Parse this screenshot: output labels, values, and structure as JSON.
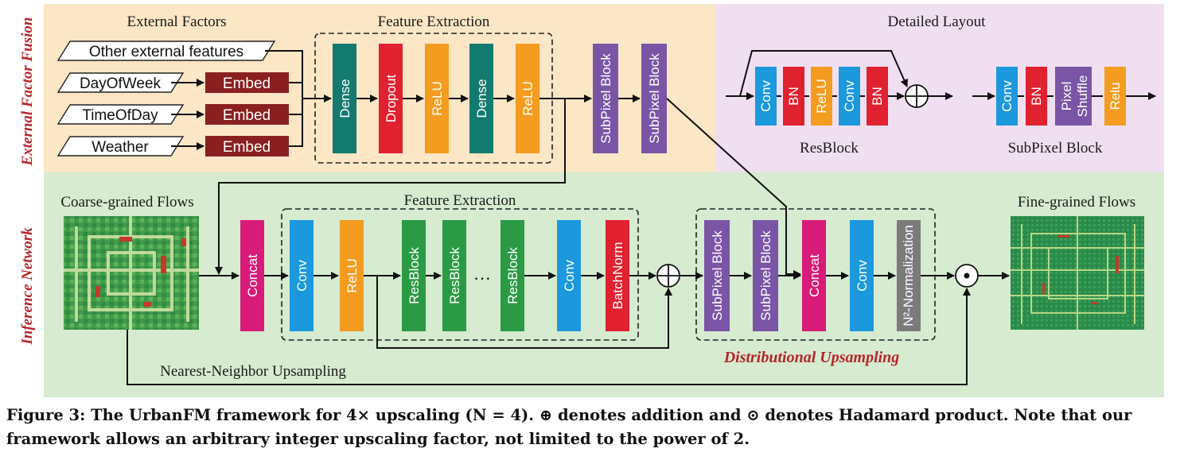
{
  "sides": {
    "top": "External Factor Fusion",
    "bottom": "Inference Network"
  },
  "headings": {
    "external_factors": "External Factors",
    "feature_extraction_top": "Feature Extraction",
    "detailed_layout": "Detailed Layout",
    "coarse": "Coarse-grained Flows",
    "feature_extraction_bottom": "Feature Extraction",
    "fine": "Fine-grained Flows",
    "resblock_caption": "ResBlock",
    "subpixel_caption": "SubPixel Block",
    "nn_upsampling": "Nearest-Neighbor Upsampling",
    "distributional": "Distributional Upsampling",
    "ellipsis": "…"
  },
  "inputs": [
    "Other external features",
    "DayOfWeek",
    "TimeOfDay",
    "Weather"
  ],
  "embed_label": "Embed",
  "top_blocks": [
    "Dense",
    "Dropout",
    "ReLU",
    "Dense",
    "ReLU",
    "SubPixel Block",
    "SubPixel Block"
  ],
  "res_blocks": [
    "Conv",
    "BN",
    "ReLU",
    "Conv",
    "BN"
  ],
  "sub_blocks": [
    "Conv",
    "BN",
    "Pixel",
    "Shuffle",
    "Relu"
  ],
  "bottom_blocks": [
    "Concat",
    "Conv",
    "ReLU",
    "ResBlock",
    "ResBlock",
    "ResBlock",
    "Conv",
    "BatchNorm"
  ],
  "dist_blocks": [
    "SubPixel Block",
    "SubPixel Block",
    "Concat",
    "Conv",
    "N²-Normalization"
  ],
  "symbols": {
    "plus": "+",
    "dot": "⊙"
  },
  "colors": {
    "teal": "#137a6f",
    "red": "#e0212f",
    "orange": "#f39c1f",
    "purple": "#7a55a6",
    "blue": "#1c98dc",
    "green": "#2a9a45",
    "magenta": "#d81b78",
    "gray": "#7b7b7b",
    "embed": "#8a1f1f",
    "bg_top_left": "#fbe6c6",
    "bg_top_right": "#f0dff0",
    "bg_bottom": "#d6ebd0"
  },
  "caption": "Figure 3: The UrbanFM framework for 4× upscaling (N = 4). ⊕ denotes addition and ⊙ denotes Hadamard product. Note that our framework allows an arbitrary integer upscaling factor, not limited to the power of 2."
}
